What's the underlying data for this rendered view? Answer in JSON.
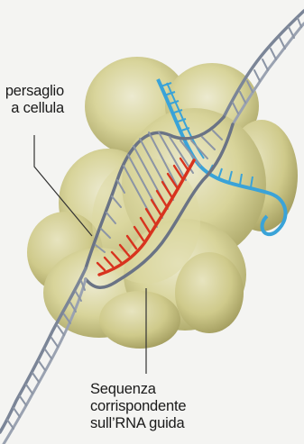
{
  "labels": {
    "target": [
      "persaglio",
      "a cellula"
    ],
    "guide": [
      "Sequenza",
      "corrispondente",
      "sull’RNA guida"
    ]
  },
  "colors": {
    "background": "#f4f4f2",
    "protein": "#d8d49a",
    "protein_shadow": "#b3ae6f",
    "dna_strand": "#7b8597",
    "dna_rung": "#8c95a5",
    "guide_rna": "#3aa3d8",
    "match_sequence": "#d8331e",
    "leader_line": "#333333"
  },
  "icons": [
    "cas9-protein-shape",
    "dna-double-helix-icon",
    "guide-rna-strand-icon"
  ]
}
